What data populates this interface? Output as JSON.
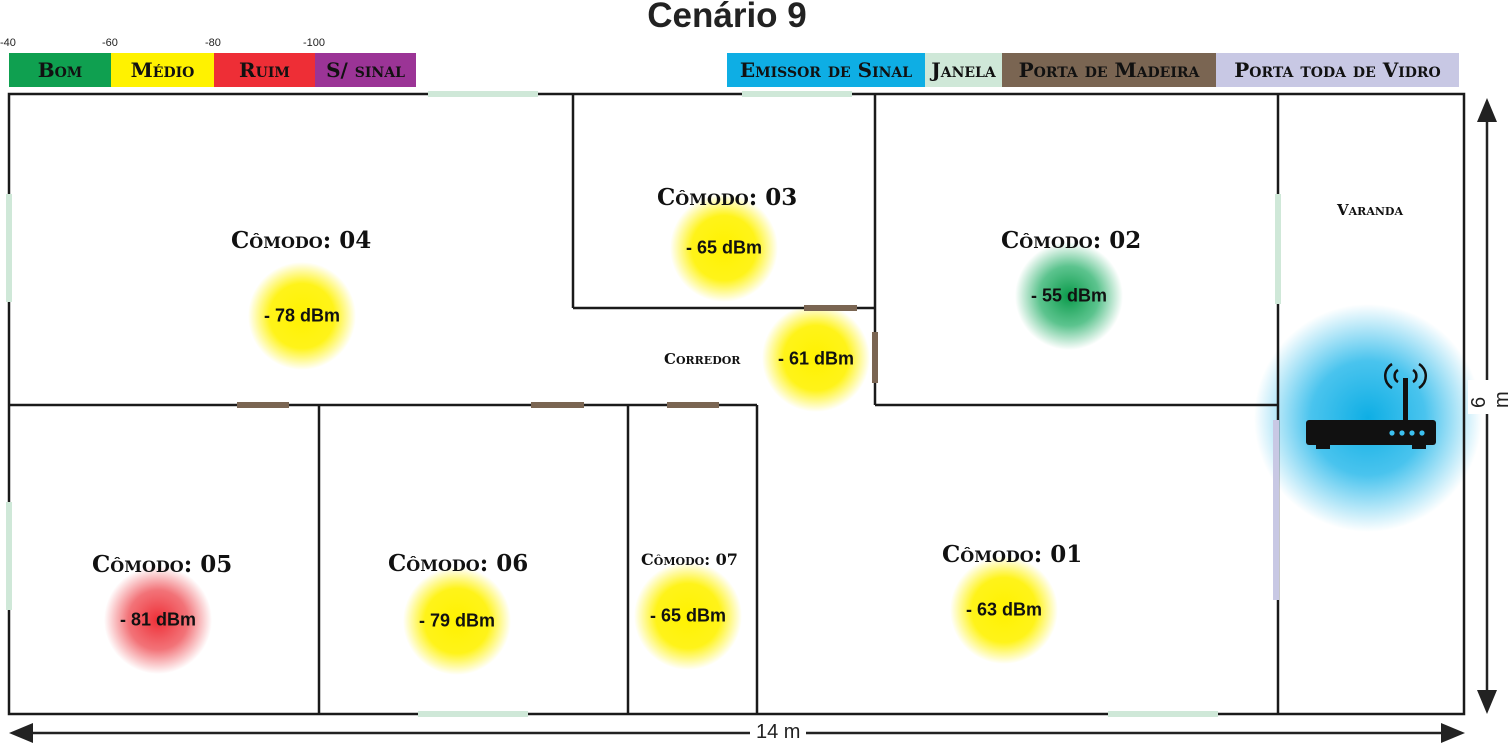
{
  "title": "Cenário 9",
  "signal_legend": {
    "ticks": [
      "-40",
      "-60",
      "-80",
      "-100"
    ],
    "items": [
      {
        "label": "Bom",
        "color": "#0fa050"
      },
      {
        "label": "Médio",
        "color": "#fff200"
      },
      {
        "label": "Ruim",
        "color": "#ee2e36"
      },
      {
        "label": "S/ sinal",
        "color": "#9b3496"
      }
    ]
  },
  "element_legend": {
    "items": [
      {
        "label": "Emissor de Sinal",
        "color": "#0eaee4"
      },
      {
        "label": "Janela",
        "color": "#cfe8d8"
      },
      {
        "label": "Porta de Madeira",
        "color": "#7a6552"
      },
      {
        "label": "Porta toda de Vidro",
        "color": "#c8c8e4"
      }
    ]
  },
  "rooms": [
    {
      "id": "comodo-04",
      "label": "Cômodo: 04",
      "reading": "- 78 dBm",
      "level": "medio"
    },
    {
      "id": "comodo-03",
      "label": "Cômodo: 03",
      "reading": "- 65 dBm",
      "level": "medio"
    },
    {
      "id": "comodo-02",
      "label": "Cômodo: 02",
      "reading": "- 55 dBm",
      "level": "bom"
    },
    {
      "id": "corredor",
      "label": "Corredor",
      "reading": "- 61 dBm",
      "level": "medio"
    },
    {
      "id": "varanda",
      "label": "Varanda"
    },
    {
      "id": "comodo-05",
      "label": "Cômodo: 05",
      "reading": "- 81 dBm",
      "level": "ruim"
    },
    {
      "id": "comodo-06",
      "label": "Cômodo: 06",
      "reading": "- 79 dBm",
      "level": "medio"
    },
    {
      "id": "comodo-07",
      "label": "Cômodo: 07",
      "reading": "- 65 dBm",
      "level": "medio"
    },
    {
      "id": "comodo-01",
      "label": "Cômodo: 01",
      "reading": "- 63 dBm",
      "level": "medio"
    }
  ],
  "dimensions": {
    "width": "14 m",
    "height": "6 m"
  },
  "colors": {
    "heat_medio": "#fff200",
    "heat_bom": "#0fa050",
    "heat_ruim": "#ee2e36",
    "emitter_glow": "#0eaee4",
    "wall": "#1a1a1a",
    "window": "#cfe8d8",
    "wood_door": "#7a6552",
    "glass_door": "#c8c8e4"
  },
  "icons": {
    "router": "wifi-router-icon"
  }
}
